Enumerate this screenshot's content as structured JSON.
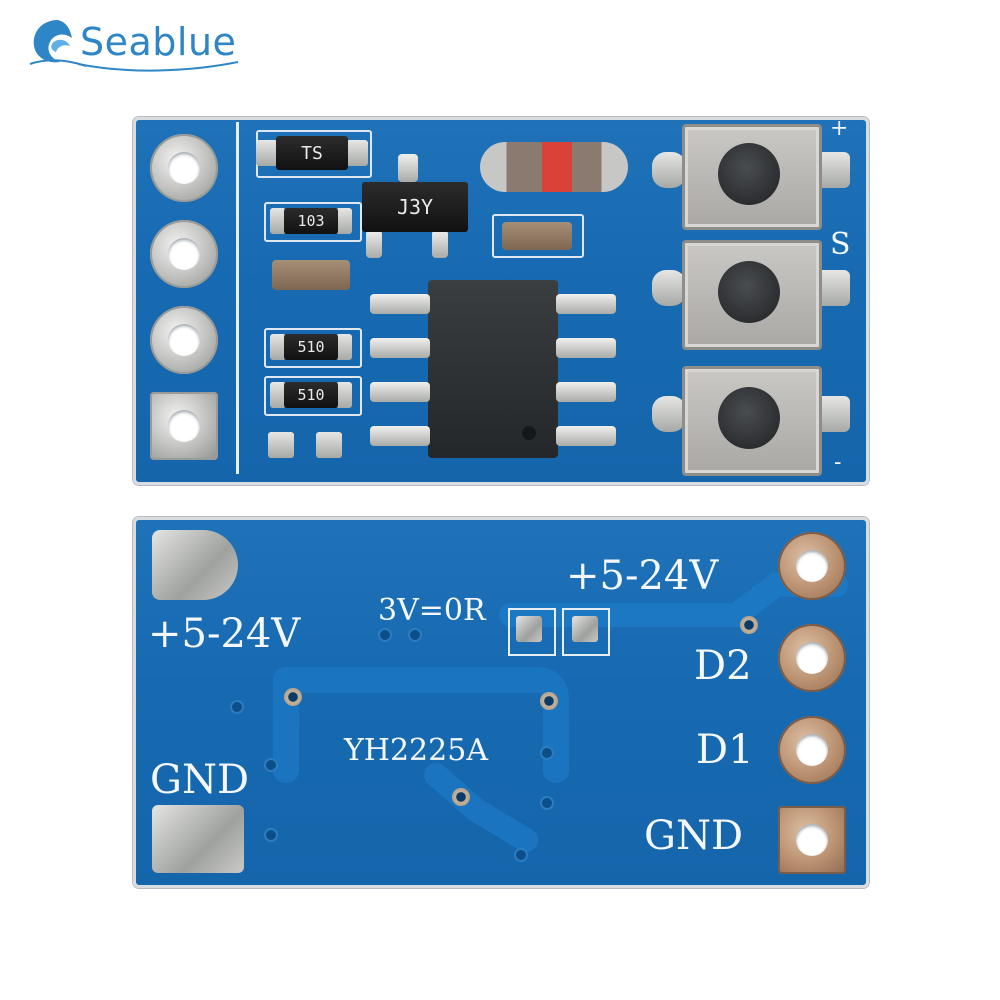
{
  "brand": {
    "name": "Seablue",
    "colors": {
      "logo": "#2f86c6",
      "board": "#1a6db5"
    },
    "icon": "wave-icon"
  },
  "front_board": {
    "components": {
      "diode_marking": "TS",
      "transistor_marking": "J3Y",
      "resistor_1_marking": "103",
      "resistor_2_marking": "510",
      "resistor_3_marking": "510"
    },
    "edge_marks": [
      "+",
      "S",
      "-"
    ]
  },
  "back_board": {
    "labels": {
      "vin_left": "+5-24V",
      "vin_right": "+5-24V",
      "jumper_note": "3V=0R",
      "part_number": "YH2225A",
      "gnd_left": "GND",
      "d2": "D2",
      "d1": "D1",
      "gnd_right": "GND"
    }
  }
}
